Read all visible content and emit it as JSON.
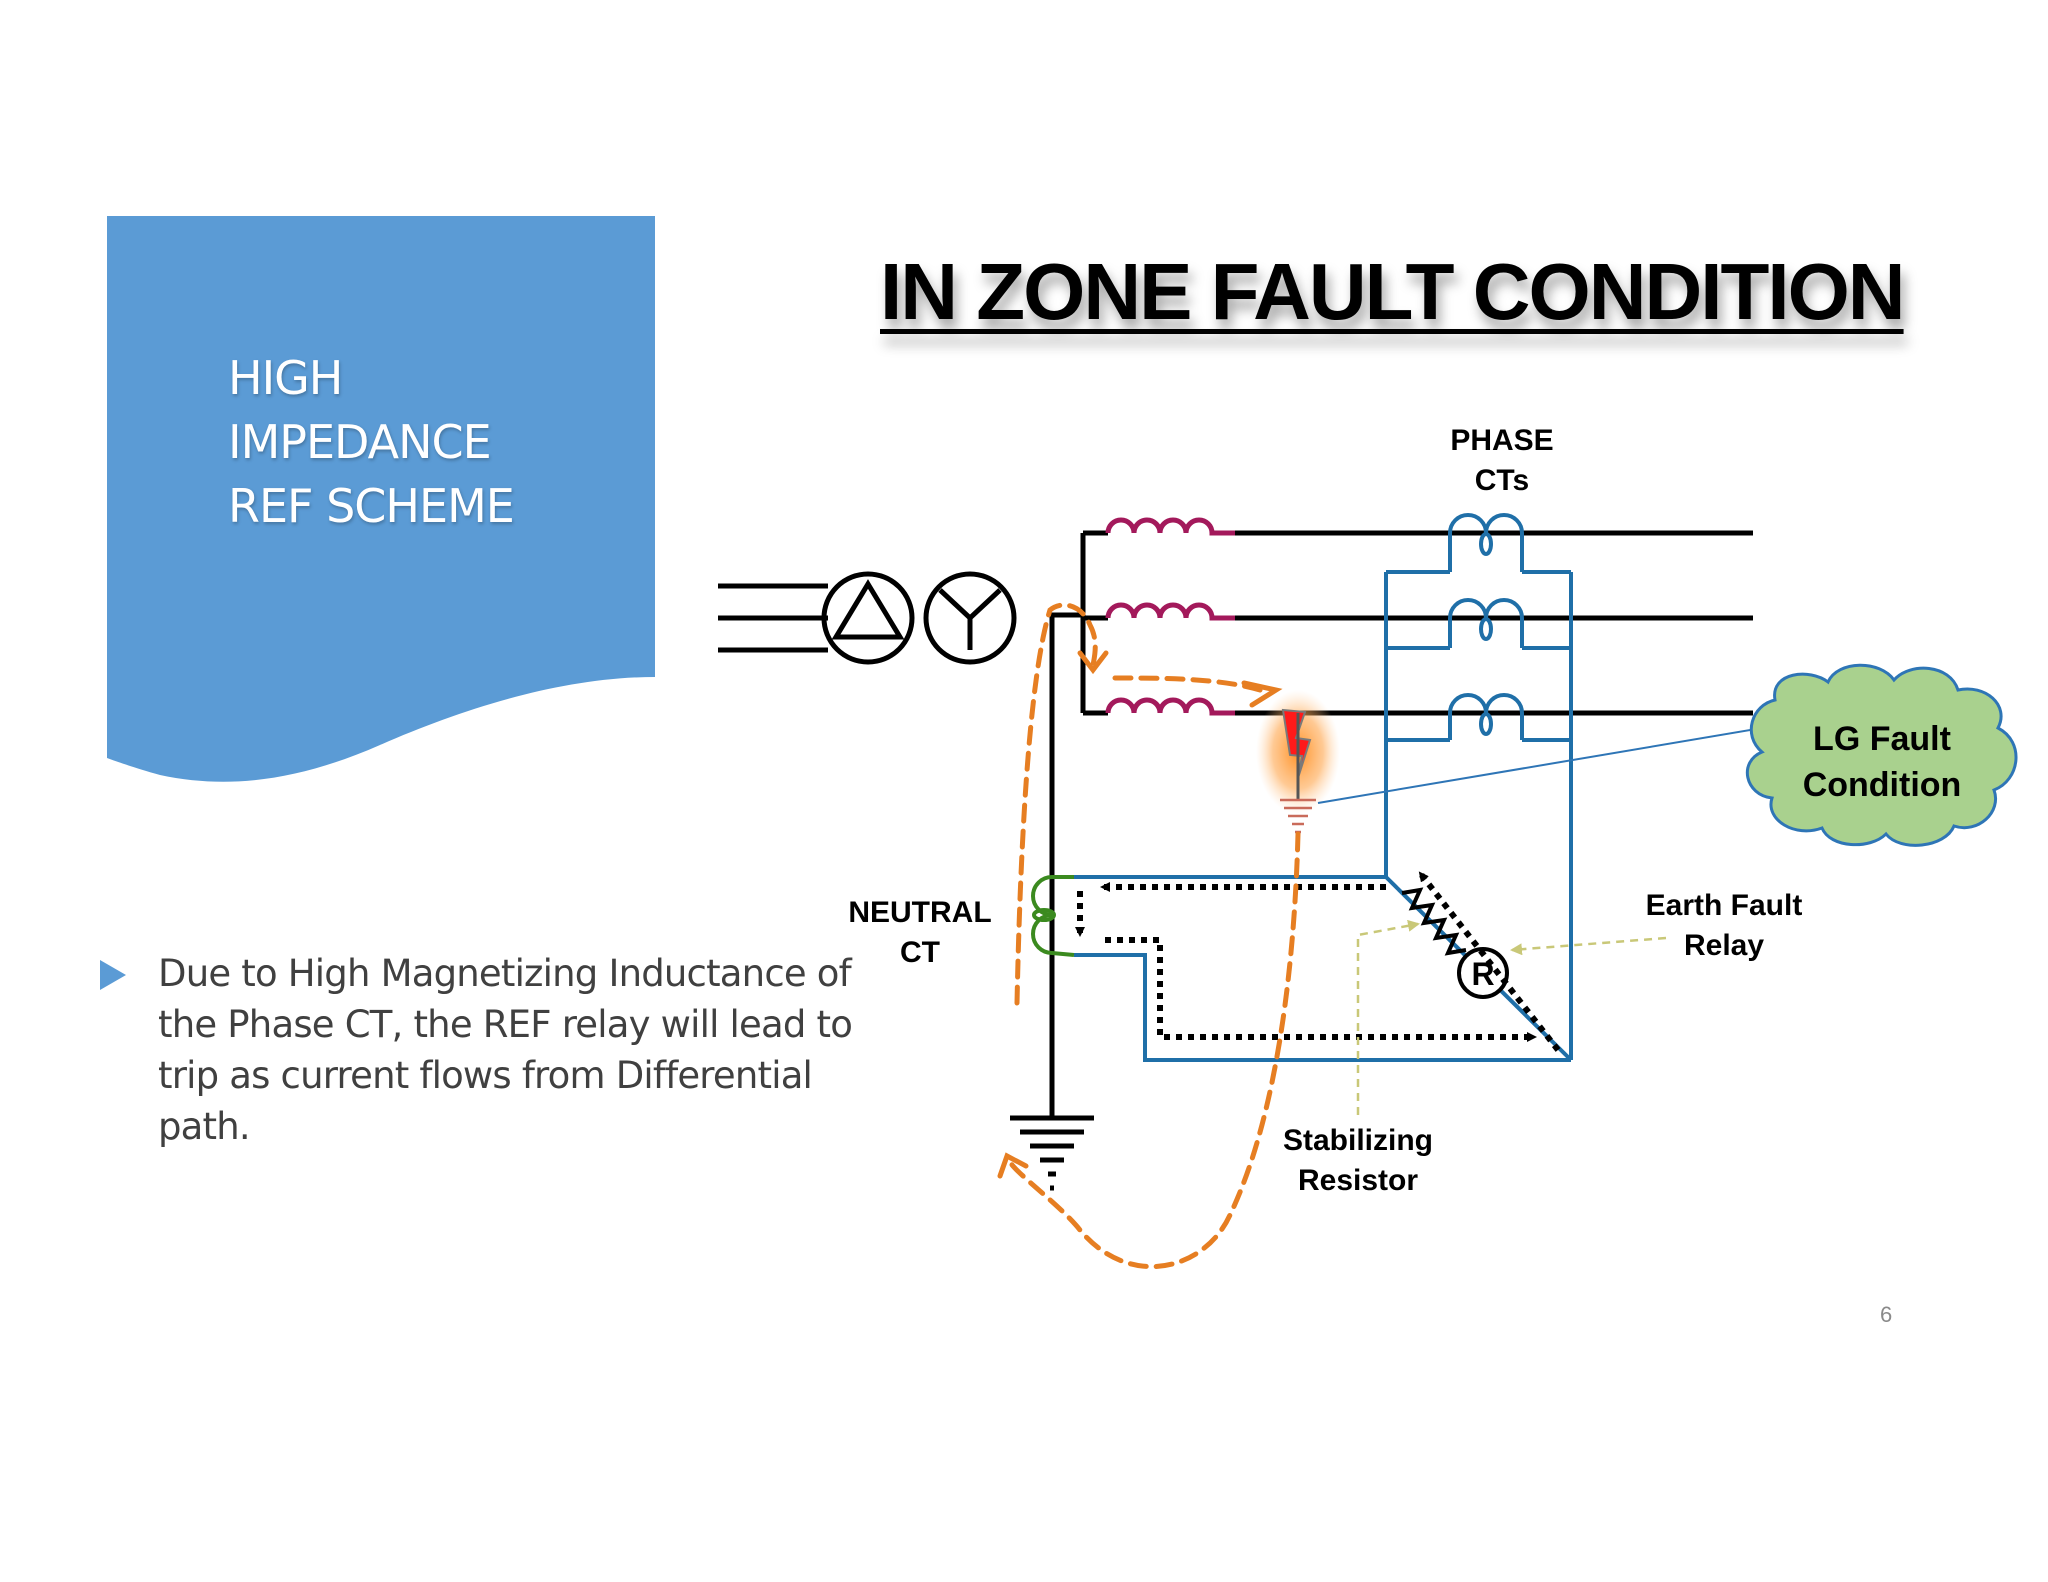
{
  "sidebar": {
    "title_lines": [
      "HIGH",
      "IMPEDANCE",
      "REF SCHEME"
    ],
    "color": "#5b9bd5"
  },
  "title": "IN ZONE FAULT CONDITION",
  "bullet": {
    "icon": "triangle-bullet-icon",
    "text": "Due to High Magnetizing Inductance of the Phase CT,  the REF relay will lead to trip as current flows from Differential path."
  },
  "diagram": {
    "labels": {
      "phase_cts_line1": "PHASE",
      "phase_cts_line2": "CTs",
      "neutral_ct_line1": "NEUTRAL",
      "neutral_ct_line2": "CT",
      "earth_fault_relay_line1": "Earth Fault",
      "earth_fault_relay_line2": "Relay",
      "stabilizing_resistor_line1": "Stabilizing",
      "stabilizing_resistor_line2": "Resistor",
      "relay_symbol": "R",
      "callout_line1": "LG Fault",
      "callout_line2": "Condition"
    },
    "colors": {
      "ct_circuit": "#1f6fa8",
      "winding": "#a3195b",
      "neutral_ct": "#3b8a1f",
      "fault_current": "#e67e22",
      "callout_fill": "#a9d18e",
      "callout_stroke": "#2e75b6",
      "fault_flash": "#ff1a1a"
    }
  },
  "page_number": "6"
}
